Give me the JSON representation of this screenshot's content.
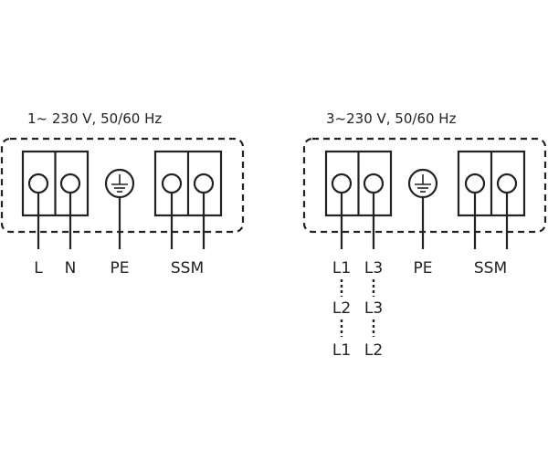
{
  "left_diagram": {
    "title": "1~ 230 V, 50/60 Hz",
    "labels": {
      "l": "L",
      "n": "N",
      "pe": "PE",
      "ssm": "SSM"
    }
  },
  "right_diagram": {
    "title": "3~230 V, 50/60 Hz",
    "labels": {
      "l1": "L1",
      "l3": "L3",
      "pe": "PE",
      "ssm": "SSM"
    },
    "alternatives": [
      {
        "a": "L2",
        "b": "L3"
      },
      {
        "a": "L1",
        "b": "L2"
      }
    ]
  },
  "icons": {
    "ground": "ground-icon"
  }
}
